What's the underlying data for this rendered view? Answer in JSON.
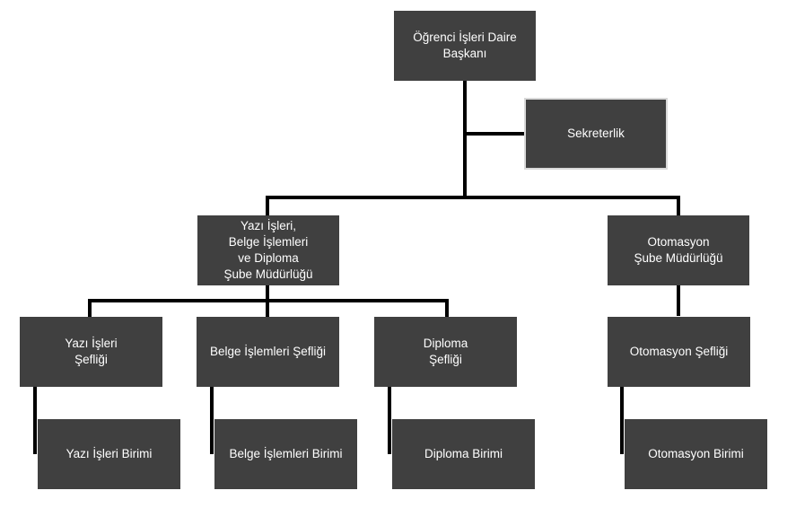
{
  "org_chart": {
    "head": {
      "lines": [
        "Öğrenci İşleri Daire",
        "Başkanı"
      ]
    },
    "secretary": {
      "lines": [
        "Sekreterlik"
      ]
    },
    "divisions": [
      {
        "lines": [
          "Yazı İşleri,",
          "Belge İşlemleri",
          "ve Diploma",
          "Şube Müdürlüğü"
        ],
        "units": [
          {
            "lines": [
              "Yazı İşleri",
              "Şefliği"
            ],
            "sub": "Yazı İşleri Birimi"
          },
          {
            "lines": [
              "Belge İşlemleri Şefliği"
            ],
            "sub": "Belge İşlemleri Birimi"
          },
          {
            "lines": [
              "Diploma",
              "Şefliği"
            ],
            "sub": "Diploma Birimi"
          }
        ]
      },
      {
        "lines": [
          "Otomasyon",
          "Şube Müdürlüğü"
        ],
        "units": [
          {
            "lines": [
              "Otomasyon Şefliği"
            ],
            "sub": "Otomasyon Birimi"
          }
        ]
      }
    ]
  }
}
